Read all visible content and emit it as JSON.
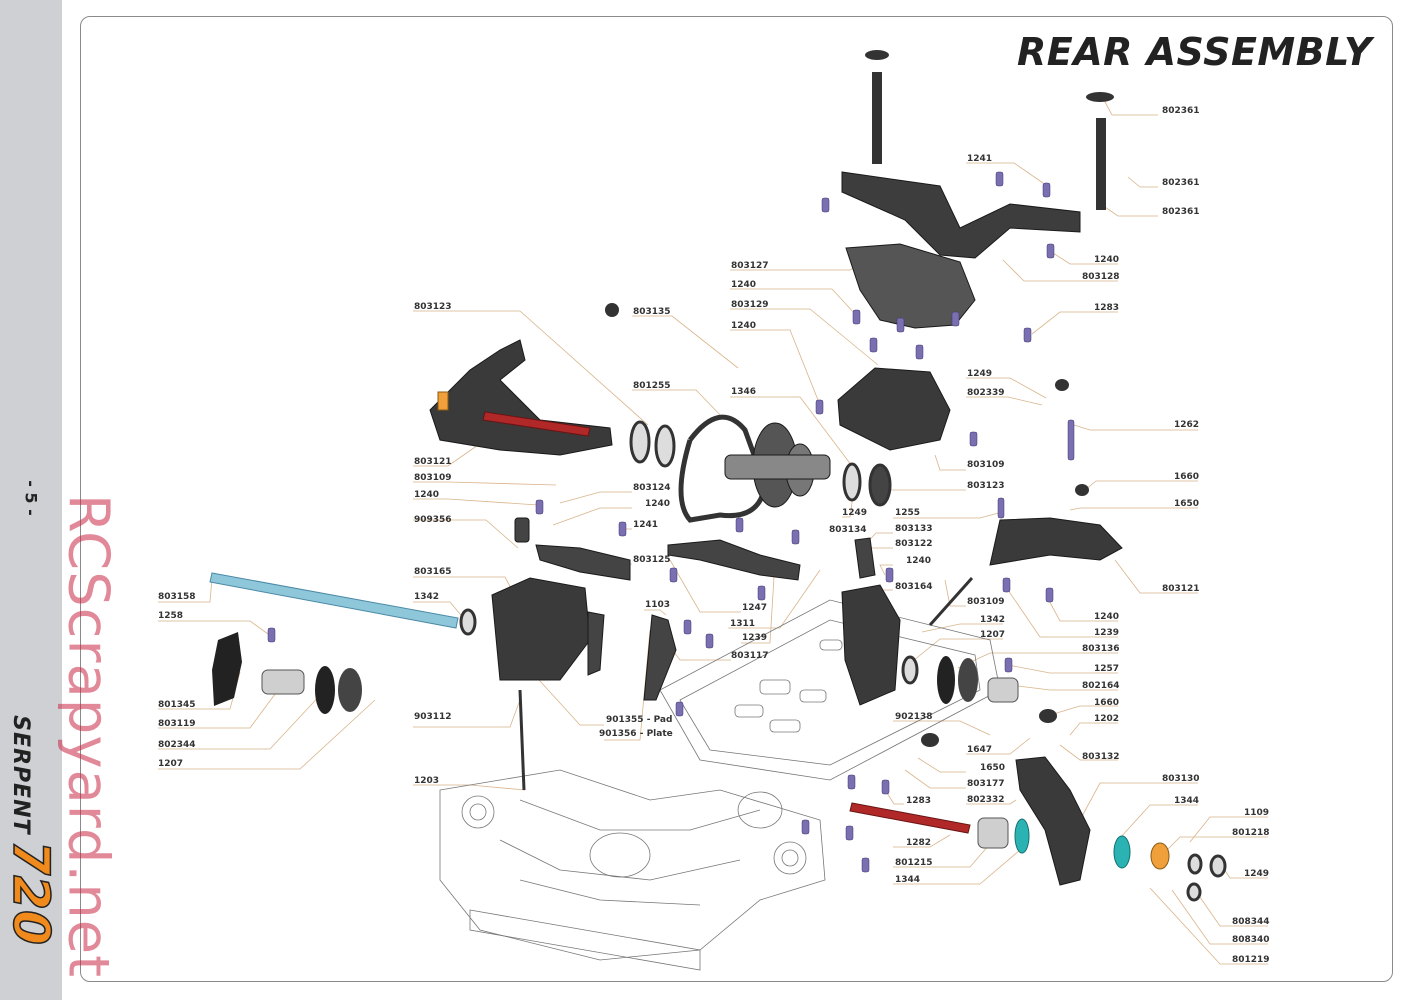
{
  "page_number": "- 5 -",
  "brand": {
    "word": "SERPENT",
    "model": "720"
  },
  "title": "REAR ASSEMBLY",
  "watermark": "RCScrapyard.net",
  "colors": {
    "sidebar": "#cfd0d4",
    "accent_orange": "#f08a1c",
    "leader_line": "#d9b48a",
    "watermark": "#c82846"
  },
  "labels": {
    "l802361a": "802361",
    "l802361b": "802361",
    "l802361c": "802361",
    "l1241a": "1241",
    "l1240a": "1240",
    "l803128": "803128",
    "l803127": "803127",
    "l1240b": "1240",
    "l803129": "803129",
    "l1240c": "1240",
    "l1283a": "1283",
    "l803123a": "803123",
    "l803135": "803135",
    "l801255": "801255",
    "l1346": "1346",
    "l1249a": "1249",
    "l802339": "802339",
    "l1262": "1262",
    "l803121a": "803121",
    "l803109a": "803109",
    "l1240d": "1240",
    "l803124": "803124",
    "l1240e": "1240",
    "l909356": "909356",
    "l1241b": "1241",
    "l803109b": "803109",
    "l803123b": "803123",
    "l1660a": "1660",
    "l1650a": "1650",
    "l1249b": "1249",
    "l1255": "1255",
    "l803134": "803134",
    "l803133": "803133",
    "l803122": "803122",
    "l1240f": "1240",
    "l803125": "803125",
    "l803165": "803165",
    "l803158": "803158",
    "l1342a": "1342",
    "l1258": "1258",
    "l1103": "1103",
    "l1247": "1247",
    "l1311": "1311",
    "l1239a": "1239",
    "l803117": "803117",
    "l803164": "803164",
    "l803121b": "803121",
    "l803109c": "803109",
    "l1240g": "1240",
    "l1342b": "1342",
    "l1239b": "1239",
    "l1207a": "1207",
    "l803136": "803136",
    "l1257": "1257",
    "l802164": "802164",
    "l801345": "801345",
    "l803119": "803119",
    "l802344": "802344",
    "l1207b": "1207",
    "l903112": "903112",
    "l901355": "901355 - Pad",
    "l901356": "901356 - Plate",
    "l902138": "902138",
    "l1660b": "1660",
    "l1202": "1202",
    "l1647": "1647",
    "l1650b": "1650",
    "l803132": "803132",
    "l803177": "803177",
    "l1203": "1203",
    "l1283b": "1283",
    "l802332": "802332",
    "l803130": "803130",
    "l1344a": "1344",
    "l1109": "1109",
    "l801218": "801218",
    "l1282": "1282",
    "l801215": "801215",
    "l1344b": "1344",
    "l1249c": "1249",
    "l808344": "808344",
    "l808340": "808340",
    "l801219": "801219"
  }
}
